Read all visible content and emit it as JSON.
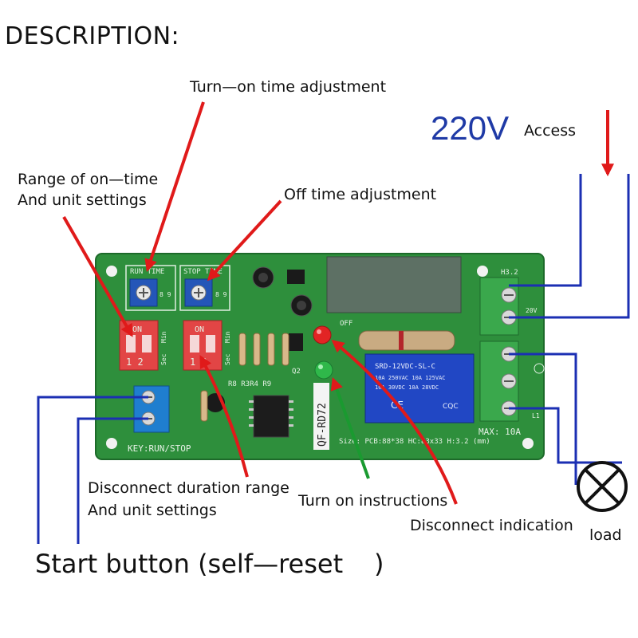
{
  "title": "DESCRIPTION:",
  "annotations": {
    "turn_on_time_adj": "Turn—on time adjustment",
    "range_on_line1": "Range of on—time",
    "range_on_line2": "And unit settings",
    "off_time_adj": "Off time adjustment",
    "voltage": "220V",
    "access": "Access",
    "disconnect_range_line1": "Disconnect duration range",
    "disconnect_range_line2": "And unit settings",
    "turn_on_instructions": "Turn on instructions",
    "disconnect_indication": "Disconnect indication",
    "load": "load",
    "start_button_a": "Start button (self—reset",
    "start_button_b": ")"
  },
  "board": {
    "run_time": "RUN TIME",
    "stop_time": "STOP TIME",
    "on1": "ON",
    "on2": "ON",
    "sw_num1": "1 2",
    "sw_num2": "1 2",
    "min": "Min",
    "sec": "Sec",
    "pot_marks_1": "8 9",
    "pot_marks_2": "8 9",
    "key": "KEY:RUN/STOP",
    "model": "QF-RD72",
    "size": "Size: PCB:88*38 HC:83x33 H:3.2 (mm)",
    "max": "MAX: 10A",
    "h32": "H3.2",
    "v20": "20V",
    "l1": "L1",
    "off": "OFF",
    "q2": "Q2",
    "r_labels": "R8 R3R4 R9",
    "relay_brand": "SRD-12VDC-SL-C",
    "relay_line1": "10A 250VAC 10A 125VAC",
    "relay_line2": "10A 30VDC 10A 28VDC",
    "relay_ce": "CE",
    "relay_cqc": "CQC"
  },
  "colors": {
    "pcb": "#2e8f3c",
    "arrow": "#e01a1a",
    "wire": "#1b2fb3",
    "relay": "#2147c4",
    "terminal_green": "#3aa84c",
    "terminal_blue": "#1f7ecf",
    "dip_red": "#e24545"
  }
}
